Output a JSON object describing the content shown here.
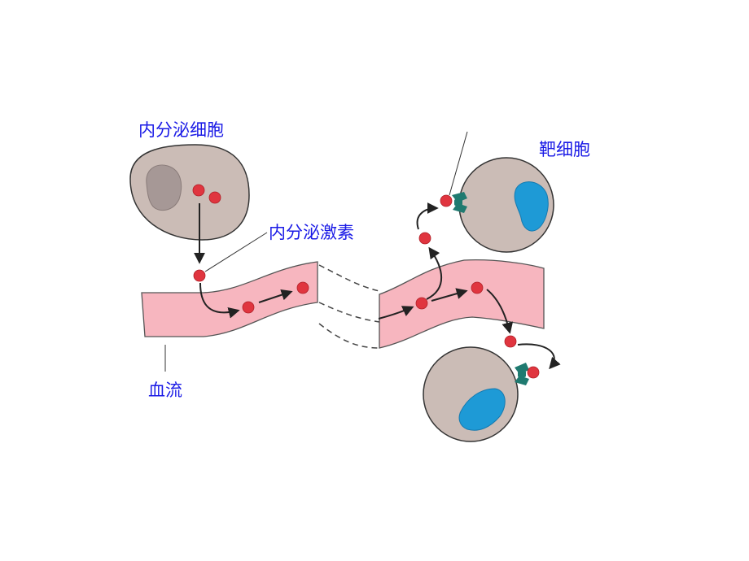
{
  "labels": {
    "endocrine_cell": "内分泌细胞",
    "hormone": "内分泌激素",
    "target_cell": "靶细胞",
    "blood_flow": "血流"
  },
  "colors": {
    "label_text": "#1a1ae6",
    "cell_fill": "#cbbcb6",
    "cell_outline": "#333333",
    "nucleus_endocrine": "#a69896",
    "nucleus_target": "#1e9ad6",
    "vessel_fill": "#f7b6bf",
    "hormone_dot": "#e0353f",
    "receptor": "#1f7a70",
    "arrow": "#222222"
  }
}
